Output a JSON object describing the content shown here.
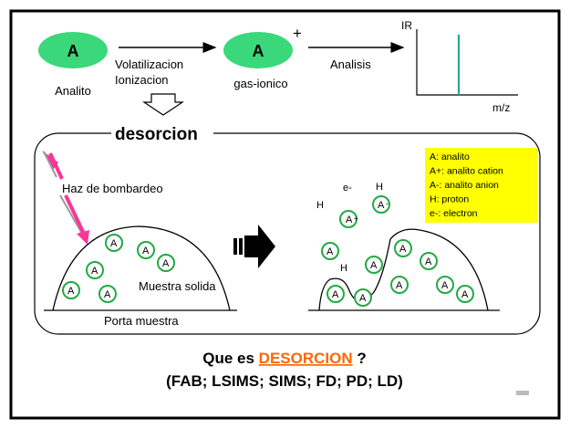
{
  "top_flow": {
    "analyte_letter": "A",
    "analyte_label": "Analito",
    "step1_line1": "Volatilizacion",
    "step1_line2": "Ionizacion",
    "ion_letter": "A",
    "ion_charge": "+",
    "ion_label": "gas-ionico",
    "step2_label": "Analisis",
    "spectrum_y_label": "IR",
    "spectrum_x_label": "m/z"
  },
  "main": {
    "title": "desorcion",
    "beam_label": "Haz de bombardeo",
    "sample_label": "Muestra solida",
    "holder_label": "Porta muestra"
  },
  "legend": {
    "items": [
      "A: analito",
      "A+: analito cation",
      "A-: analito anion",
      "H: proton",
      "e-: electron"
    ]
  },
  "ejected": {
    "electron": "e-",
    "proton": "H",
    "ion_symbol": "A",
    "cation_mark": "+",
    "anion_mark": "-"
  },
  "footer": {
    "question_prefix": "Que es ",
    "question_keyword": "DESORCION",
    "question_suffix": " ?",
    "techniques": "(FAB; LSIMS; SIMS; FD; PD; LD)"
  },
  "colors": {
    "analyte_fill": "#3ad87a",
    "molecule_ring": "#22aa44",
    "beam": "#ff3399",
    "legend_bg": "#ffff00",
    "keyword": "#ff6600",
    "spectrum_peak": "#22aa88"
  }
}
